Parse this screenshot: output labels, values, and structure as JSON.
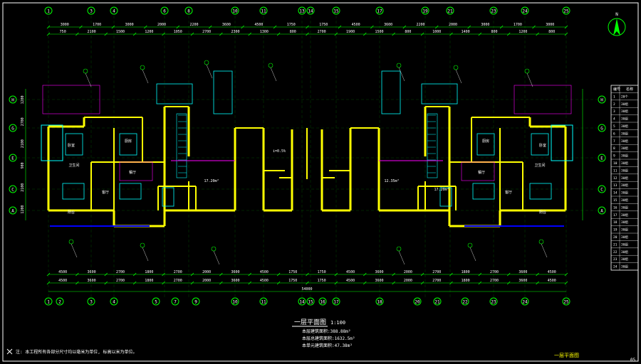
{
  "title": {
    "main": "一层平面图",
    "scale": "1:100"
  },
  "area_notes": [
    "本层建筑面积:388.88m²",
    "本层总建筑面积:1632.5m²",
    "本单元建筑面积:47.38m²"
  ],
  "footer_note": "注: 本工程所有各部分尺寸均以毫米为单位, 标高以米为单位。",
  "stamp_label": "一层平面图",
  "page_number": "05",
  "top_axis_labels": [
    "1",
    "3",
    "4",
    "6",
    "8",
    "10",
    "11",
    "13",
    "14",
    "15",
    "17",
    "19",
    "21",
    "23",
    "24",
    "25"
  ],
  "bottom_axis_labels": [
    "1",
    "2",
    "3",
    "4",
    "5",
    "7",
    "9",
    "10",
    "11",
    "14",
    "15",
    "16",
    "17",
    "18",
    "20",
    "21",
    "22",
    "23",
    "24",
    "25"
  ],
  "row_axis_labels": [
    "H",
    "G",
    "E",
    "C",
    "A"
  ],
  "dim_top_outer": [
    "3000",
    "1700",
    "3000",
    "2000",
    "2200",
    "3600",
    "4500",
    "1750",
    "1750",
    "4500",
    "3600",
    "2200",
    "2000",
    "3000",
    "1700",
    "3000"
  ],
  "dim_top_inner": [
    "750",
    "2100",
    "1500",
    "1200",
    "1050",
    "2700",
    "2300",
    "1300",
    "800",
    "2700",
    "1900",
    "1500",
    "800",
    "1000",
    "1400",
    "800",
    "1200",
    "800"
  ],
  "dim_bottom_outer": [
    "4500",
    "3600",
    "2700",
    "1800",
    "2700",
    "2000",
    "3600",
    "4500",
    "1750",
    "1750",
    "4500",
    "3600",
    "2000",
    "2700",
    "1800",
    "2700",
    "3600",
    "4500"
  ],
  "dim_total": "54000",
  "dim_left": [
    "1200",
    "2700",
    "2100",
    "900",
    "2100",
    "1200"
  ],
  "room_labels": [
    "卧室",
    "客厅",
    "厨房",
    "卫生间",
    "餐厅",
    "阳台",
    "卧室",
    "客厅",
    "厨房",
    "卫生间",
    "餐厅",
    "阳台"
  ],
  "area_tags": [
    "17.20m²",
    "12.35m²",
    "17.20m²",
    "i=0.5%"
  ],
  "north_label": "N",
  "table": {
    "header": [
      "编号",
      "名称"
    ],
    "rows": [
      "20个",
      "30组",
      "30组",
      "30组",
      "30组",
      "30组",
      "30组",
      "30组",
      "30组",
      "30组",
      "30组",
      "30组",
      "30组",
      "30组",
      "30组",
      "30组",
      "30组",
      "30组",
      "30组",
      "30组",
      "30组",
      "30组",
      "30组",
      "30组"
    ]
  },
  "colors": {
    "bg": "#000000",
    "axis": "#00ff00",
    "wall": "#ffff00",
    "dim": "#00ff00",
    "text": "#ffffff",
    "cyan": "#00ffff",
    "magenta": "#ff00ff",
    "blue": "#0000ff"
  }
}
